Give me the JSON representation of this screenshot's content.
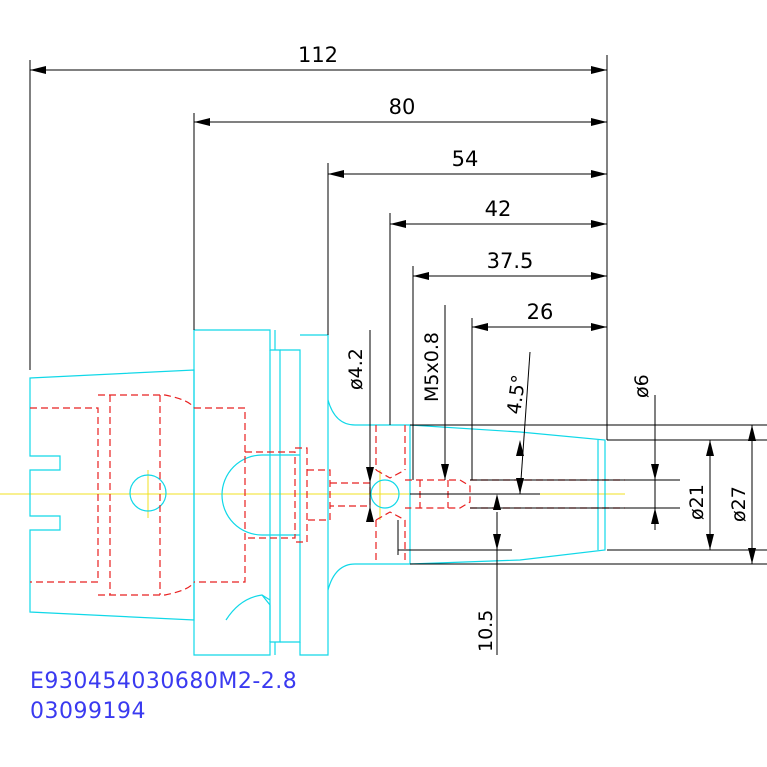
{
  "dimensions": {
    "d112": "112",
    "d80": "80",
    "d54": "54",
    "d42": "42",
    "d37_5": "37.5",
    "d26": "26",
    "d10_5": "10.5",
    "dia4_2": "ø4.2",
    "thread": "M5x0.8",
    "angle": "4.5°",
    "dia6": "ø6",
    "dia21": "ø21",
    "dia27": "ø27"
  },
  "part_code": {
    "line1": "E930454030680M2-2.8",
    "line2": "03099194"
  },
  "colors": {
    "outline": "#10d8e8",
    "hidden_lines": "#e82020",
    "center_line": "#f0e020",
    "dimension": "#000000",
    "code_text": "#3a3af0"
  }
}
